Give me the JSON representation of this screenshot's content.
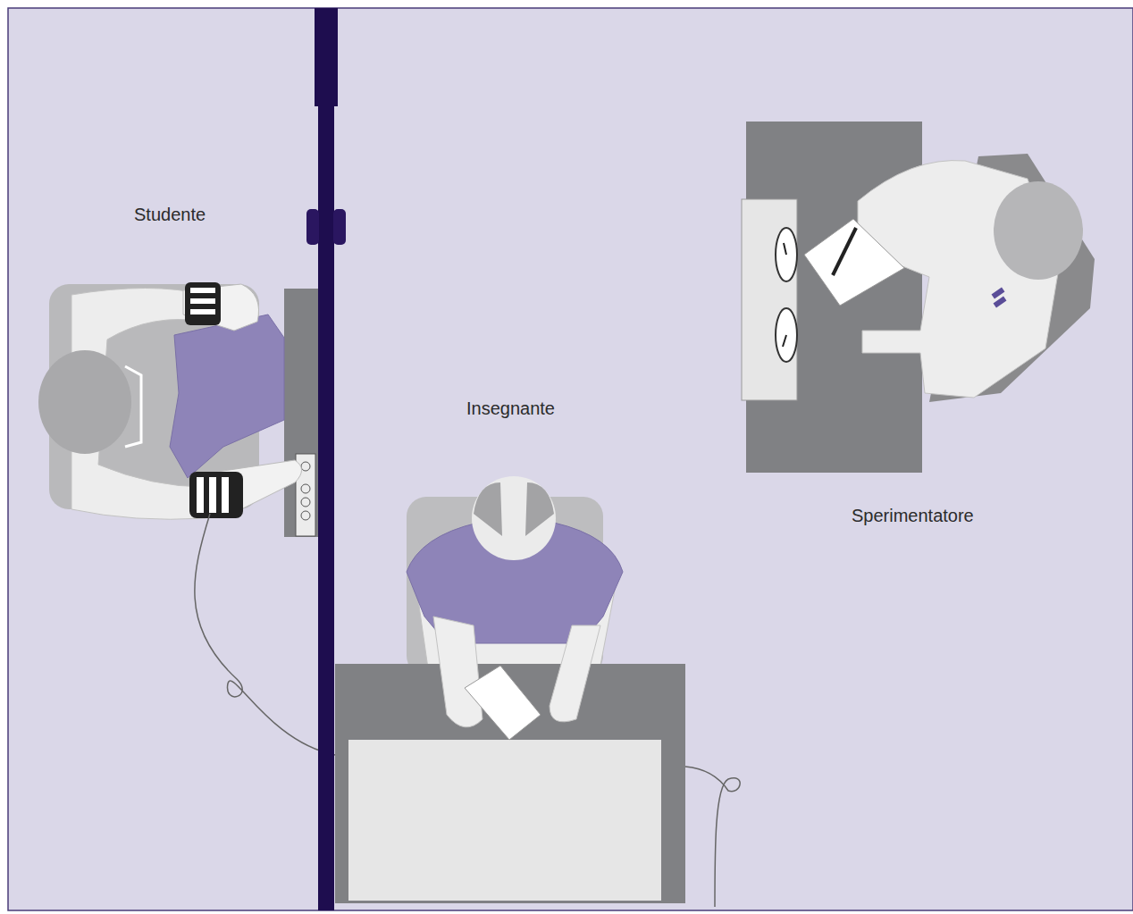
{
  "diagram": {
    "labels": [
      "Studente",
      "Insegnante",
      "Sperimentatore"
    ]
  }
}
